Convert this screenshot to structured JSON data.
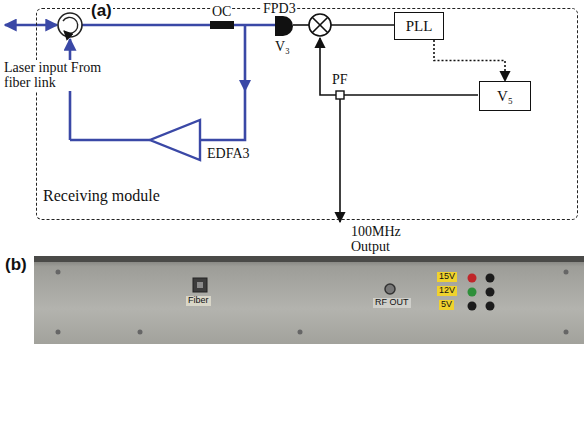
{
  "diagram": {
    "nodes": [
      {
        "text": [
          "Receiving module"
        ]
      },
      {
        "text": [
          "PLL"
        ],
        "in": 0
      },
      {
        "text": [
          "V₅"
        ],
        "in": 0
      }
    ],
    "edges": [
      {
        "from": 1,
        "to": 2,
        "arrow": "to"
      }
    ],
    "labels": [
      "(a)",
      "Laser input From fiber link",
      "OC",
      "FPD3",
      "V₃",
      "EDFA3",
      "PF",
      "100MHz Output",
      "(b)",
      "Fiber",
      "RF OUT",
      "15V",
      "12V",
      "5V"
    ]
  }
}
